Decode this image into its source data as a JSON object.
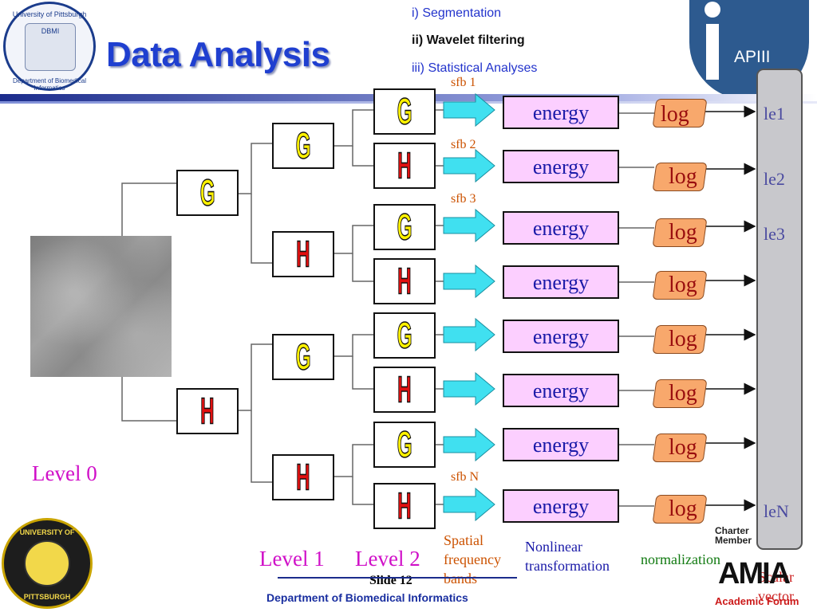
{
  "header": {
    "title": "Data Analysis",
    "menu": [
      {
        "label": "i) Segmentation",
        "color": "#2233cc"
      },
      {
        "label": "ii) Wavelet filtering",
        "color": "#111111"
      },
      {
        "label": "iii) Statistical Analyses",
        "color": "#2233cc"
      }
    ],
    "logo_left": {
      "top": "DBMI",
      "ring_top": "University of Pittsburgh",
      "ring_bottom": "Department of Biomedical Informatics"
    },
    "logo_right": {
      "label": "APIII"
    }
  },
  "diagram": {
    "level0_filters": [
      "G",
      "H"
    ],
    "level1_filters": [
      "G",
      "H",
      "G",
      "H"
    ],
    "level2_filters": [
      "G",
      "H",
      "G",
      "H",
      "G",
      "H",
      "G",
      "H"
    ],
    "energy_label": "energy",
    "log_label": "log",
    "sfb_labels": [
      "sfb 1",
      "sfb 2",
      "sfb 3",
      "sfb N"
    ],
    "vector_labels": [
      "le1",
      "le2",
      "le3",
      "leN"
    ],
    "level_labels": [
      "Level 0",
      "Level 1",
      "Level 2"
    ],
    "captions": {
      "spatial": "Spatial frequency bands",
      "nonlinear": "Nonlinear transformation",
      "normalization": "normalization",
      "scalar": "Scalar vector"
    },
    "colors": {
      "g_fill": "#fff200",
      "h_fill": "#e11010",
      "energy_fill": "#fccfff",
      "log_fill": "#f8a86c",
      "arrow_fill": "#40e0f0"
    }
  },
  "footer": {
    "slide": "Slide 12",
    "department": "Department of Biomedical Informatics",
    "amia": {
      "charter": "Charter",
      "member": "Member",
      "name": "AMIA",
      "sub": "Academic Forum"
    },
    "seal": {
      "top": "UNIVERSITY OF",
      "bottom": "PITTSBURGH"
    }
  }
}
